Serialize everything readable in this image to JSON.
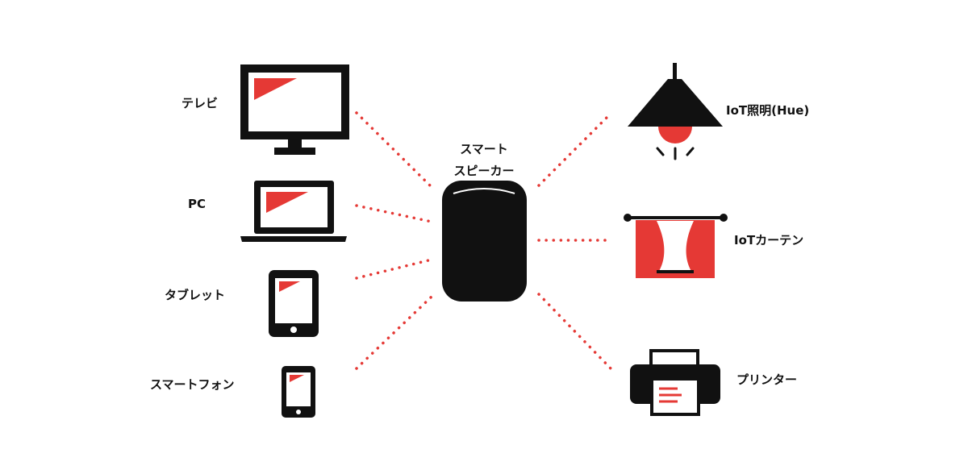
{
  "hub": {
    "label_line1": "スマート",
    "label_line2": "スピーカー"
  },
  "devices_left": [
    {
      "id": "tv",
      "label": "テレビ"
    },
    {
      "id": "pc",
      "label": "PC"
    },
    {
      "id": "tablet",
      "label": "タブレット"
    },
    {
      "id": "smartphone",
      "label": "スマートフォン"
    }
  ],
  "devices_right": [
    {
      "id": "light",
      "label": "IoT照明(Hue)"
    },
    {
      "id": "curtain",
      "label": "IoTカーテン"
    },
    {
      "id": "printer",
      "label": "プリンター"
    }
  ],
  "colors": {
    "accent": "#e53935",
    "ink": "#111111",
    "background": "#ffffff"
  }
}
